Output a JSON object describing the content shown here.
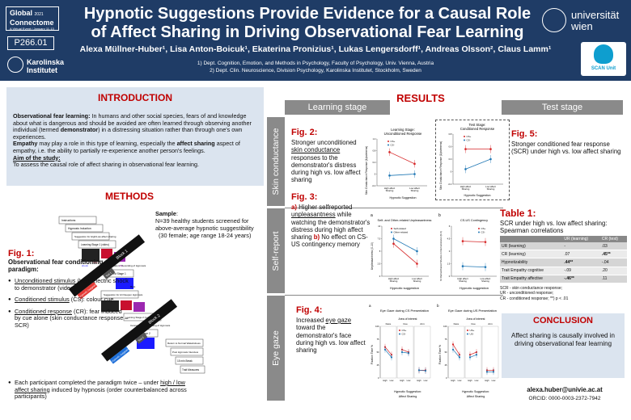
{
  "header": {
    "conference_line1": "Global",
    "conference_line2": "Connectome",
    "conference_line3": "A Virtual Event / January 11-13",
    "conference_year": "2021",
    "poster_id": "P266.01",
    "title_line1": "Hypnotic Suggestions Provide Evidence for a Causal Role",
    "title_line2": "of Affect Sharing in Driving Observational Fear Learning",
    "authors": "Alexa Müllner-Huber¹, Lisa Anton-Boicuk¹, Ekaterina Pronizius¹, Lukas Lengersdorff¹, Andreas Olsson², Claus Lamm¹",
    "affil1": "1) Dept. Cognition, Emotion, and Methods in Psychology, Faculty of Psychology, Univ. Vienna, Austria",
    "affil2": "2) Dept. Clin. Neuroscience, Division Psychology, Karolinska Institutet, Stockholm, Sweden",
    "ki_line1": "Karolinska",
    "ki_line2": "Institutet",
    "univie_line1": "universität",
    "univie_line2": "wien",
    "scan": "SCAN Unit"
  },
  "intro": {
    "title": "INTRODUCTION",
    "p1_bold": "Observational fear learning:",
    "p1_text": " In humans and other social species, fears of and knowledge about what is dangerous and should be avoided are often learned through observing another individual (termed ",
    "p1_bold2": "demonstrator",
    "p1_text2": ") in a distressing situation rather than through one's own experiences.",
    "p2_bold": "Empathy",
    "p2_text": " may play a role in this type of learning, especially the ",
    "p2_bold2": "affect sharing",
    "p2_text2": " aspect of empathy, i.e. the ability to partially re-experience another person's feelings.",
    "aim_title": "Aim of the study:",
    "aim_text": "To assess the causal role of affect sharing in observational fear learning."
  },
  "methods": {
    "title": "METHODS",
    "sample_title": "Sample",
    "sample_text1": "N=39 healthy students screened for above-average hypnotic suggestibility",
    "sample_text2": "(30 female; age range 18-24 years)",
    "fig_title": "Fig. 1:",
    "fig_sub": "Observational fear conditioning paradigm:",
    "items": [
      {
        "u": "Unconditioned stimulus",
        "t": " (US): electric shock to demonstrator (video)"
      },
      {
        "u": "Conditioned stimulus",
        "t": " (CS): colour cue"
      },
      {
        "u": "Conditioned response",
        "t": " (CR): fear induced by cue alone (skin conductance response – SCR)"
      }
    ],
    "last_pre": "Each participant completed the paradigm twice – under ",
    "last_u": "high / low affect sharing",
    "last_post": " induced by hypnosis (order counterbalanced across participants)",
    "diagram": {
      "s1": "Instructions",
      "s2": "Hypnosis Induction",
      "s3": "Suggestion for High/Low affect sharing",
      "s4": "Learning Stage 1 (video)",
      "s5": "Cancellation / Recording of Hypnosis",
      "s6": "Test Stage 1",
      "s7": "Suggestion for Ari Deepen Hypnosis",
      "s8": "Learning Stage 2 (video)",
      "s9": "Cancellation / Recording of Hypnosis",
      "s10": "Test Stage 2",
      "s11": "Return to Normal Wakefulness",
      "s12": "Post Hypnosis Interview",
      "s13": "15 min Break",
      "s14": "Trait Measures",
      "block1": "Block 1",
      "block2": "Block 2",
      "hyp1": "Hypnotic Suggestion",
      "hyp2": "Hypnotic Suggestion",
      "test1": "Test 1",
      "test2": "Test 2",
      "cs_plus": "CS+",
      "cs_minus": "CS-",
      "rest": "Rest",
      "shock": "shock"
    }
  },
  "results": {
    "title": "RESULTS",
    "learning_stage": "Learning stage",
    "test_stage": "Test stage",
    "row1": "Skin conductance",
    "row2": "Self-report",
    "row3": "Eye gaze",
    "fig2_title": "Fig. 2:",
    "fig2_pre": "Stronger unconditioned ",
    "fig2_u": "skin conductance",
    "fig2_post": " responses to the demonstrator's distress during high vs. low affect sharing",
    "fig5_title": "Fig. 5:",
    "fig5_text": "Stronger conditioned fear response (SCR) under high vs. low affect sharing",
    "fig3_title": "Fig. 3:",
    "fig3_a": "a)",
    "fig3_a_pre": " Higher selfreported ",
    "fig3_a_u": "unpleasantness",
    "fig3_a_post": " while watching the demonstrator's distress during high affect sharing",
    "fig3_b": "b)",
    "fig3_b_text": " No effect on CS-US contingency memory",
    "fig4_title": "Fig. 4:",
    "fig4_pre": "Increased ",
    "fig4_u": "eye gaze",
    "fig4_post": " toward the demonstrator's face during high vs. low affect sharing"
  },
  "charts": {
    "c2_title1": "Learning Stage:",
    "c2_title2": "Unconditioned Response",
    "c2_ylabel": "Skin Conductance Response (1/μsiemens)",
    "c2_xlabel": "Hypnotic Suggestion",
    "c5_title1": "Test Stage:",
    "c5_title2": "Conditioned Response",
    "c5_ylabel": "Skin Conductance Response (1/μsiemens)",
    "c5_xlabel": "Hypnotic Suggestion",
    "cs_plus": "CS+",
    "cs_minus": "CS-",
    "x_high": "High affect Sharing",
    "x_low": "Low affect Sharing",
    "c3a_label": "a",
    "c3a_title": "Self- and Other-related Unpleasantness",
    "c3a_ylabel": "Unpleasantness (0-10)",
    "c3a_xlabel": "Hypnotic suggestion",
    "c3a_leg1": "Self-related",
    "c3a_leg2": "Other-related",
    "c3b_label": "b",
    "c3b_title": "CS-US Contingency",
    "c3b_ylabel": "% Remembered Shocks in Demonstrator (0-6)",
    "c3b_xlabel": "Hypnotic suggestion",
    "c4a_label": "a",
    "c4a_title": "Eye Gaze during CS Presentation",
    "c4b_label": "b",
    "c4b_title": "Eye Gaze during US Presentation",
    "aoi": "Area of interest",
    "face": "Face",
    "cue": "Cue",
    "arm": "Arm",
    "c4_ylabel": "Fixation Time %",
    "c4_xlabel1": "Hypnotic Suggestion:",
    "c4_xlabel2": "Affect Sharing",
    "high": "High",
    "low": "Low",
    "us_plus": "US+",
    "us_minus": "US-"
  },
  "chart_data": [
    {
      "type": "line",
      "title": "Learning Stage: Unconditioned Response",
      "xlabel": "Hypnotic Suggestion",
      "ylabel": "Skin Conductance Response (1/μsiemens)",
      "categories": [
        "High affect Sharing",
        "Low affect Sharing"
      ],
      "series": [
        {
          "name": "CS+",
          "values": [
            0.75,
            0.35
          ]
        },
        {
          "name": "CS-",
          "values": [
            -0.05,
            0.0
          ]
        }
      ],
      "ylim": [
        -0.4,
        1.2
      ]
    },
    {
      "type": "line",
      "title": "Test Stage: Conditioned Response",
      "xlabel": "Hypnotic Suggestion",
      "ylabel": "Skin Conductance Response (1/μsiemens)",
      "categories": [
        "High affect Sharing",
        "Low affect Sharing"
      ],
      "series": [
        {
          "name": "CS+",
          "values": [
            0.5,
            0.5
          ]
        },
        {
          "name": "CS-",
          "values": [
            0.1,
            0.3
          ]
        }
      ],
      "ylim": [
        -0.2,
        0.8
      ]
    },
    {
      "type": "line",
      "title": "Self- and Other-related Unpleasantness",
      "xlabel": "Hypnotic suggestion",
      "ylabel": "Unpleasantness (0-10)",
      "categories": [
        "High affect Sharing",
        "Low affect Sharing"
      ],
      "series": [
        {
          "name": "Self-related",
          "values": [
            6.5,
            2.5
          ]
        },
        {
          "name": "Other-related",
          "values": [
            7.5,
            5.0
          ]
        }
      ],
      "ylim": [
        0,
        10
      ]
    },
    {
      "type": "line",
      "title": "CS-US Contingency",
      "xlabel": "Hypnotic suggestion",
      "ylabel": "% Remembered Shocks in Demonstrator (0-6)",
      "categories": [
        "High affect Sharing",
        "Low affect Sharing"
      ],
      "series": [
        {
          "name": "CS+",
          "values": [
            4.2,
            4.1
          ]
        },
        {
          "name": "CS-",
          "values": [
            1.2,
            1.1
          ]
        }
      ],
      "ylim": [
        0,
        6
      ]
    },
    {
      "type": "line",
      "title": "Eye Gaze during CS Presentation",
      "ylabel": "Fixation Time %",
      "categories": [
        "High",
        "Low"
      ],
      "panels": [
        "Face",
        "Cue",
        "Arm"
      ],
      "series": [
        {
          "name": "CS+",
          "values": {
            "Face": [
              60,
              45
            ],
            "Cue": [
              55,
              50
            ],
            "Arm": [
              15,
              15
            ]
          }
        },
        {
          "name": "CS-",
          "values": {
            "Face": [
              55,
              40
            ],
            "Cue": [
              50,
              48
            ],
            "Arm": [
              15,
              14
            ]
          }
        }
      ],
      "ylim": [
        0,
        100
      ]
    },
    {
      "type": "line",
      "title": "Eye Gaze during US Presentation",
      "ylabel": "Fixation Time %",
      "categories": [
        "High",
        "Low"
      ],
      "panels": [
        "Face",
        "Cue",
        "Arm"
      ],
      "series": [
        {
          "name": "US+",
          "values": {
            "Face": [
              65,
              45
            ],
            "Cue": [
              45,
              50
            ],
            "Arm": [
              15,
              15
            ]
          }
        },
        {
          "name": "US-",
          "values": {
            "Face": [
              55,
              40
            ],
            "Cue": [
              40,
              45
            ],
            "Arm": [
              12,
              12
            ]
          }
        }
      ],
      "ylim": [
        0,
        100
      ]
    }
  ],
  "table": {
    "title": "Table 1:",
    "desc": "SCR under high vs. low affect sharing: Spearman correlations",
    "headers": [
      "",
      "UR (learning)",
      "CR (test)"
    ],
    "rows": [
      [
        "UR (learning)",
        "-",
        ".03"
      ],
      [
        "CR (learning)",
        ".07",
        ".45**"
      ],
      [
        "Hypnotizability",
        ".44**",
        "-.04"
      ],
      [
        "Trait Empathy cognitive",
        "-.09",
        ".20"
      ],
      [
        "Trait Empathy affective",
        "-.46**",
        ".11"
      ]
    ],
    "note1": "SCR - skin conductance response;",
    "note2": "UR - unconditioned response;",
    "note3": "CR - conditioned response; **) p < .01"
  },
  "conclusion": {
    "title": "CONCLUSION",
    "text": "Affect sharing is causally involved in driving observational fear learning",
    "email": "alexa.huber@univie.ac.at",
    "orcid": "ORCID: 0000-0003-2372-7942"
  },
  "colors": {
    "header_bg": "#1f3c66",
    "accent_red": "#c00000",
    "panel_blue": "#dbe4ef",
    "tab_grey": "#8a8a8a",
    "series_red": "#d62728",
    "series_blue": "#1f77b4"
  }
}
